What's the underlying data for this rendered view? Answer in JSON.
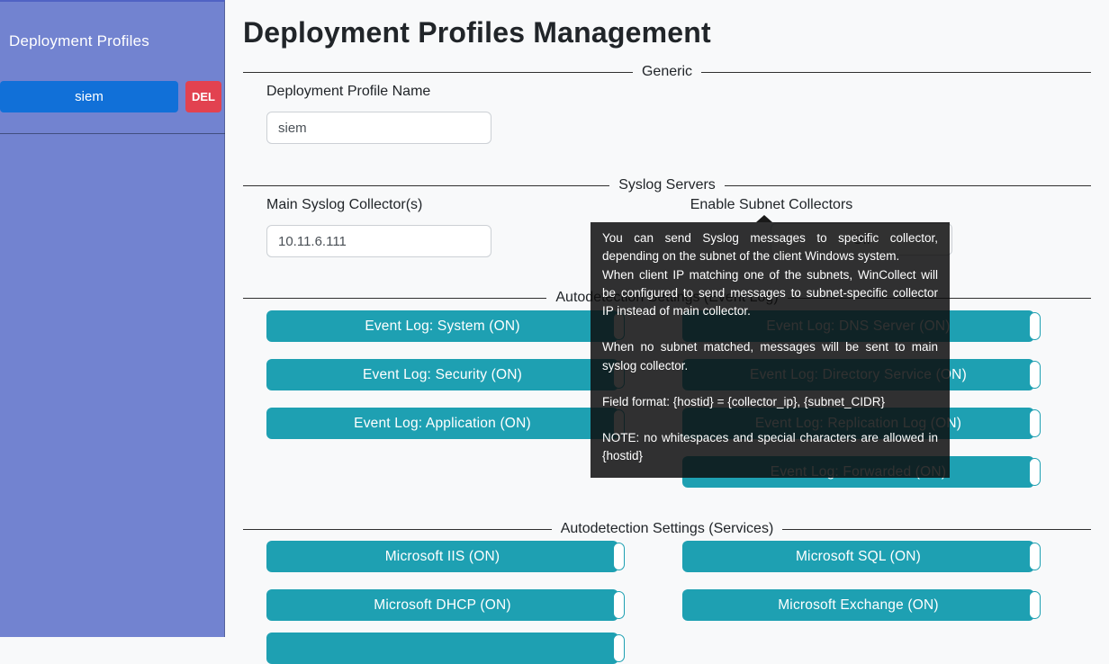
{
  "sidebar": {
    "title": "Deployment Profiles",
    "profile": {
      "name": "siem",
      "delete_label": "DEL"
    }
  },
  "header": {
    "title": "Deployment Profiles Management"
  },
  "sections": {
    "generic": {
      "legend": "Generic",
      "profile_name_label": "Deployment Profile Name",
      "profile_name_value": "siem"
    },
    "syslog": {
      "legend": "Syslog Servers",
      "main_collector_label": "Main Syslog Collector(s)",
      "main_collector_value": "10.11.6.111",
      "subnet_collectors_label": "Enable Subnet Collectors",
      "subnet_collectors_value": "Off"
    },
    "eventlog": {
      "legend": "Autodetection Settings (Event Log)",
      "left_toggles": [
        "Event Log: System (ON)",
        "Event Log: Security (ON)",
        "Event Log: Application (ON)"
      ],
      "right_toggles": [
        "Event Log: DNS Server (ON)",
        "Event Log: Directory Service (ON)",
        "Event Log: Replication Log (ON)",
        "Event Log: Forwarded (ON)"
      ]
    },
    "services": {
      "legend": "Autodetection Settings (Services)",
      "left_toggles": [
        "Microsoft IIS (ON)",
        "Microsoft DHCP (ON)",
        ""
      ],
      "right_toggles": [
        "Microsoft SQL (ON)",
        "Microsoft Exchange (ON)"
      ]
    }
  },
  "tooltip": {
    "paragraphs": [
      "You can send Syslog messages to specific collector, depending on the subnet of the client Windows system.",
      "When client IP matching one of the subnets, WinCollect will be configured to send messages to subnet-specific collector IP instead of main collector.",
      "When no subnet matched, messages will be sent to main syslog collector.",
      "Field format: {hostid} = {collector_ip}, {subnet_CIDR}",
      "NOTE: no whitespaces and special characters are allowed in {hostid}"
    ]
  },
  "colors": {
    "sidebar_bg": "#7283d0",
    "profile_button": "#1170d8",
    "delete_button": "#e24250",
    "toggle_on": "#1ea0b2",
    "main_bg": "#f8f9fa",
    "text_dark": "#212529",
    "tooltip_bg": "#0d0d0d"
  }
}
